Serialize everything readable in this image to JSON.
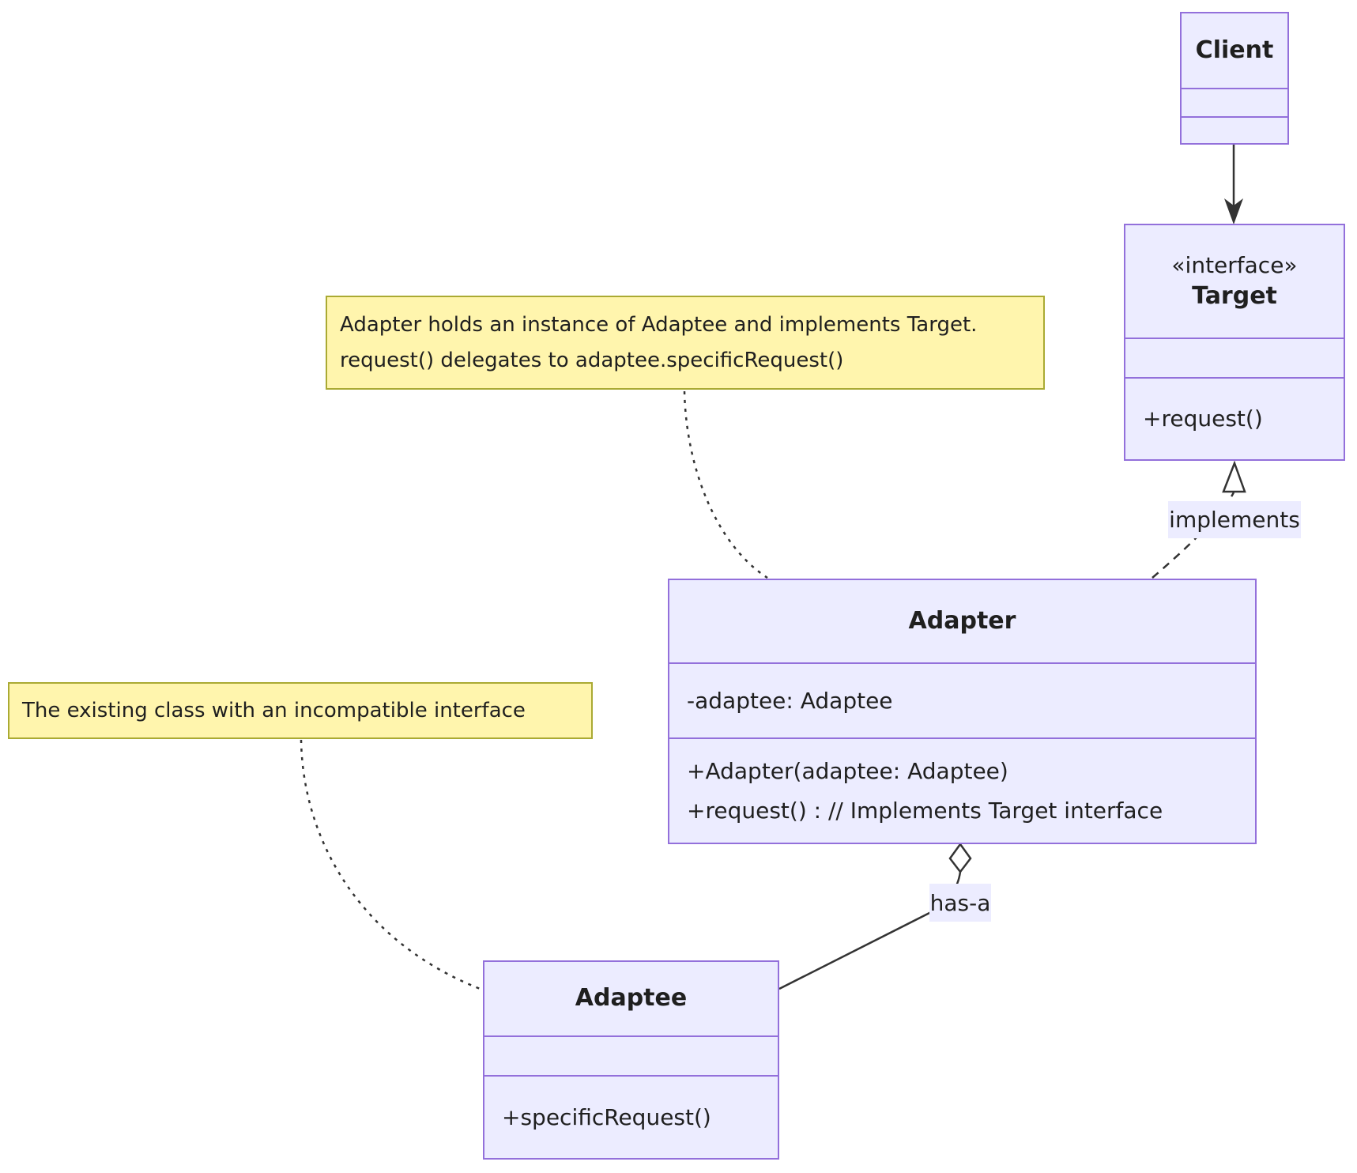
{
  "classes": {
    "client": {
      "name": "Client"
    },
    "target": {
      "stereotype": "«interface»",
      "name": "Target",
      "methods": [
        "+request()"
      ]
    },
    "adapter": {
      "name": "Adapter",
      "attributes": [
        "-adaptee: Adaptee"
      ],
      "methods": [
        "+Adapter(adaptee: Adaptee)",
        "+request() : // Implements Target interface"
      ]
    },
    "adaptee": {
      "name": "Adaptee",
      "methods": [
        "+specificRequest()"
      ]
    }
  },
  "edge_labels": {
    "implements": "implements",
    "has_a": "has-a"
  },
  "notes": {
    "adapter_note": {
      "line1": "Adapter holds an instance of Adaptee and implements Target.",
      "line2": "request() delegates to adaptee.specificRequest()"
    },
    "adaptee_note": {
      "text": "The existing class with an incompatible interface"
    }
  },
  "colors": {
    "class_fill": "#ECECFF",
    "class_border": "#9370DB",
    "note_fill": "#FFF5AD",
    "note_border": "#AAAA33",
    "edge": "#333333",
    "edge_label_bg": "#ECECFF",
    "text": "#1F1F1F"
  }
}
